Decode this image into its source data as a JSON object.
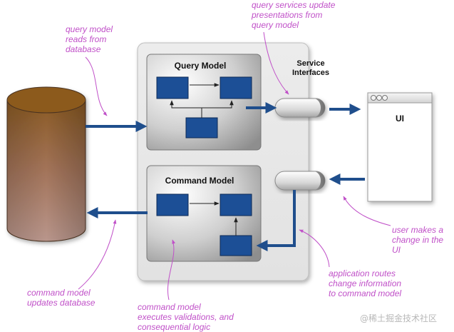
{
  "labels": {
    "query_model": "Query Model",
    "command_model": "Command Model",
    "service_interfaces_line1": "Service",
    "service_interfaces_line2": "Interfaces",
    "ui": "UI"
  },
  "annotations": {
    "query_reads": "query model\nreads from\ndatabase",
    "query_services": "query services update\npresentations from\nquery model",
    "user_change": "user makes a\nchange in the UI",
    "app_routes": "application routes\nchange information\nto command model",
    "command_updates": "command model\nupdates database",
    "command_executes": "command model\nexecutes validations, and\nconsequential logic"
  },
  "watermark": "@稀土掘金技术社区",
  "colors": {
    "arrow_blue": "#1f4e8c",
    "box_blue": "#1c4f96",
    "annotation": "#c050c8",
    "db_top": "#8a5a22",
    "db_bottom": "#b08878"
  }
}
